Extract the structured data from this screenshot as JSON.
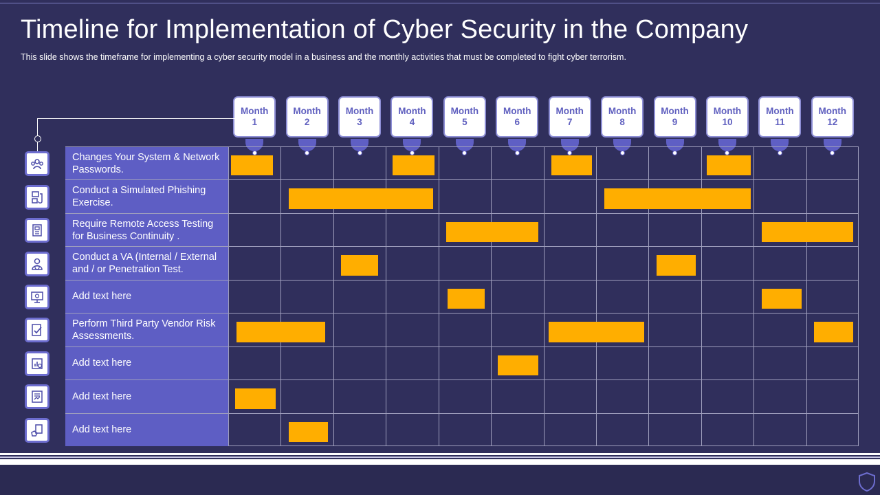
{
  "page": {
    "title": "Timeline for Implementation of Cyber Security in the Company",
    "subtitle": "This slide shows the timeframe for implementing a cyber security model in a business and the monthly activities that must be completed to fight cyber terrorism."
  },
  "months": [
    {
      "line1": "Month",
      "line2": "1"
    },
    {
      "line1": "Month",
      "line2": "2"
    },
    {
      "line1": "Month",
      "line2": "3"
    },
    {
      "line1": "Month",
      "line2": "4"
    },
    {
      "line1": "Month",
      "line2": "5"
    },
    {
      "line1": "Month",
      "line2": "6"
    },
    {
      "line1": "Month",
      "line2": "7"
    },
    {
      "line1": "Month",
      "line2": "8"
    },
    {
      "line1": "Month",
      "line2": "9"
    },
    {
      "line1": "Month",
      "line2": "10"
    },
    {
      "line1": "Month",
      "line2": "11"
    },
    {
      "line1": "Month",
      "line2": "12"
    }
  ],
  "tasks": [
    {
      "label": "Changes Your System & Network Passwords.",
      "icon": "team-icon",
      "bars": [
        {
          "start": 1,
          "end": 1.85
        },
        {
          "start": 4.08,
          "end": 4.92
        },
        {
          "start": 7.1,
          "end": 7.92
        },
        {
          "start": 10.05,
          "end": 10.95
        }
      ]
    },
    {
      "label": "Conduct a Simulated Phishing Exercise.",
      "icon": "phishing-icon",
      "bars": [
        {
          "start": 2.1,
          "end": 4.9
        },
        {
          "start": 8.1,
          "end": 10.95
        }
      ]
    },
    {
      "label": "Require Remote Access Testing for Business Continuity .",
      "icon": "server-icon",
      "bars": [
        {
          "start": 5.1,
          "end": 6.9
        },
        {
          "start": 11.1,
          "end": 12.9
        }
      ]
    },
    {
      "label": "Conduct a VA (Internal / External and / or Penetration Test.",
      "icon": "user-shield-icon",
      "bars": [
        {
          "start": 3.1,
          "end": 3.85
        },
        {
          "start": 9.1,
          "end": 9.9
        }
      ]
    },
    {
      "label": "Add text here",
      "icon": "monitor-icon",
      "bars": [
        {
          "start": 5.12,
          "end": 5.88
        },
        {
          "start": 11.1,
          "end": 11.92
        }
      ]
    },
    {
      "label": "Perform Third Party Vendor Risk Assessments.",
      "icon": "document-check-icon",
      "bars": [
        {
          "start": 1.1,
          "end": 2.85
        },
        {
          "start": 7.05,
          "end": 8.92
        },
        {
          "start": 12.1,
          "end": 12.9
        }
      ]
    },
    {
      "label": "Add text here",
      "icon": "analytics-icon",
      "bars": [
        {
          "start": 6.08,
          "end": 6.9
        }
      ]
    },
    {
      "label": "Add text here",
      "icon": "report-icon",
      "bars": [
        {
          "start": 1.08,
          "end": 1.9
        }
      ]
    },
    {
      "label": "Add text here",
      "icon": "hand-device-icon",
      "bars": [
        {
          "start": 2.1,
          "end": 2.9
        }
      ]
    }
  ],
  "colors": {
    "background": "#302f5c",
    "label_fill": "#5e5ec4",
    "bar": "#ffae00",
    "grid_line": "#9f9fbd",
    "accent": "#6d6dcf"
  }
}
